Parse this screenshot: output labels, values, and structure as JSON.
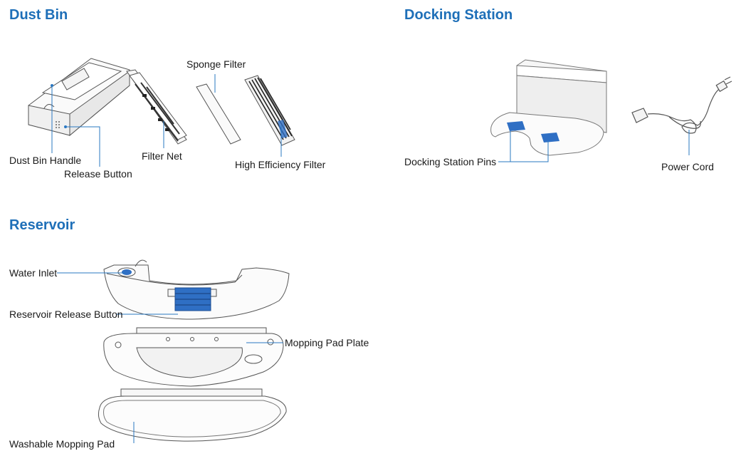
{
  "sections": {
    "dust_bin": {
      "title": "Dust Bin",
      "labels": {
        "sponge_filter": "Sponge Filter",
        "dust_bin_handle": "Dust Bin Handle",
        "filter_net": "Filter Net",
        "release_button": "Release Button",
        "high_efficiency_filter": "High Efficiency Filter"
      }
    },
    "docking_station": {
      "title": "Docking Station",
      "labels": {
        "docking_station_pins": "Docking Station Pins",
        "power_cord": "Power Cord"
      }
    },
    "reservoir": {
      "title": "Reservoir",
      "labels": {
        "water_inlet": "Water Inlet",
        "reservoir_release_button": "Reservoir Release Button",
        "mopping_pad_plate": "Mopping Pad Plate",
        "washable_mopping_pad": "Washable Mopping Pad"
      }
    }
  },
  "colors": {
    "heading": "#1e6fb8",
    "leader_line": "#2a78c2",
    "accent_part": "#2f6fc4",
    "outline": "#555555"
  }
}
